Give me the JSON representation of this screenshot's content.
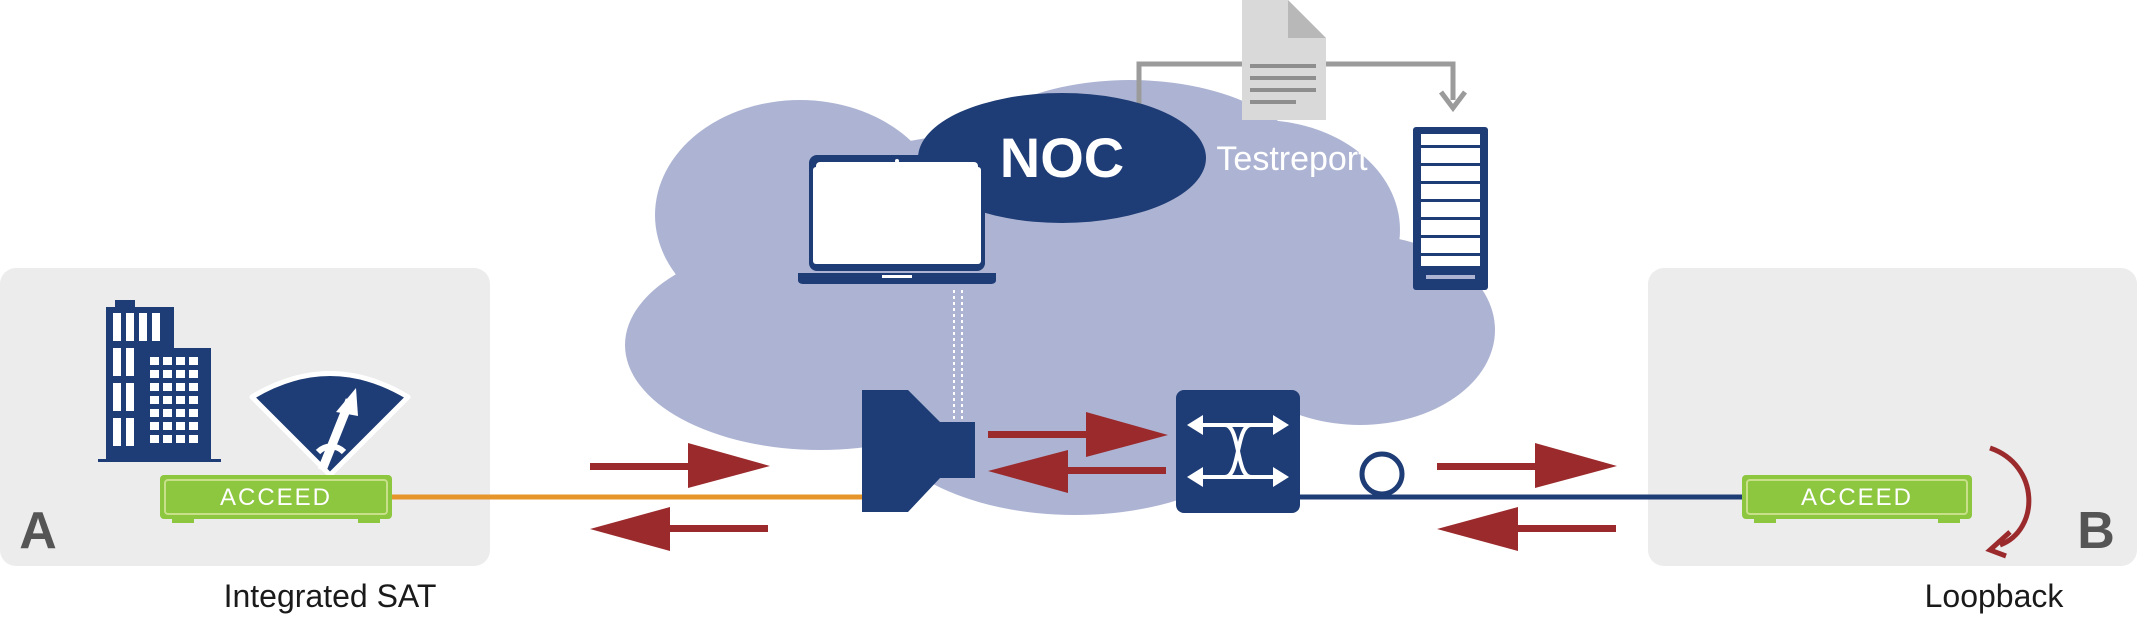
{
  "labels": {
    "noc": "NOC",
    "testreport": "Testreport",
    "site_a": "A",
    "site_b": "B",
    "device_a": "ACCEED",
    "device_b": "ACCEED",
    "caption_left": "Integrated SAT",
    "caption_right": "Loopback"
  },
  "colors": {
    "cloud": "#adb4d3",
    "navy": "#1e3c75",
    "arrow_red": "#9b2a2d",
    "device_green": "#8dc63f",
    "device_border": "#c8e08a",
    "line_orange": "#e5952a",
    "line_navy": "#1e3c75",
    "site_panel": "#ececec",
    "connector_gray": "#9b9b9b",
    "document_gray": "#d9d9d9"
  },
  "icons": [
    "building-icon",
    "speedometer-icon",
    "laptop-icon",
    "server-rack-icon",
    "document-icon",
    "network-interface-icon",
    "switch-icon",
    "fiber-loop-icon",
    "loopback-arrow-icon"
  ]
}
